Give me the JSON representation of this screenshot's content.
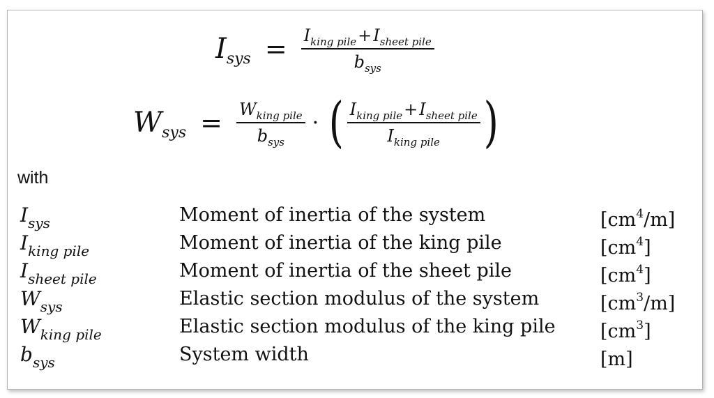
{
  "formula1": {
    "lhs_symbol": "I",
    "lhs_sub": "sys",
    "operator": "=",
    "numerator_a_symbol": "I",
    "numerator_a_sub": "king pile",
    "plus": "+",
    "numerator_b_symbol": "I",
    "numerator_b_sub": "sheet pile",
    "denominator_symbol": "b",
    "denominator_sub": "sys"
  },
  "formula2": {
    "lhs_symbol": "W",
    "lhs_sub": "sys",
    "operator": "=",
    "frac1_num_symbol": "W",
    "frac1_num_sub": "king pile",
    "frac1_den_symbol": "b",
    "frac1_den_sub": "sys",
    "dot": "·",
    "lparen": "(",
    "frac2_num_a_symbol": "I",
    "frac2_num_a_sub": "king pile",
    "plus": "+",
    "frac2_num_b_symbol": "I",
    "frac2_num_b_sub": "sheet pile",
    "frac2_den_symbol": "I",
    "frac2_den_sub": "king pile",
    "rparen": ")"
  },
  "with_label": "with",
  "definitions": [
    {
      "symbol": "I",
      "sub": "sys",
      "description": "Moment of inertia of the system",
      "unit_pre": "[cm",
      "unit_sup": "4",
      "unit_post": "/m]"
    },
    {
      "symbol": "I",
      "sub": "king pile",
      "description": "Moment of inertia of the king pile",
      "unit_pre": "[cm",
      "unit_sup": "4",
      "unit_post": "]"
    },
    {
      "symbol": "I",
      "sub": "sheet pile",
      "description": "Moment of inertia of the sheet pile",
      "unit_pre": "[cm",
      "unit_sup": "4",
      "unit_post": "]"
    },
    {
      "symbol": "W",
      "sub": "sys",
      "description": "Elastic section modulus of the system",
      "unit_pre": "[cm",
      "unit_sup": "3",
      "unit_post": "/m]"
    },
    {
      "symbol": "W",
      "sub": "king pile",
      "description": "Elastic section modulus of the king pile",
      "unit_pre": "[cm",
      "unit_sup": "3",
      "unit_post": "]"
    },
    {
      "symbol": "b",
      "sub": "sys",
      "description": "System width",
      "unit_pre": "[m]",
      "unit_sup": "",
      "unit_post": ""
    }
  ]
}
